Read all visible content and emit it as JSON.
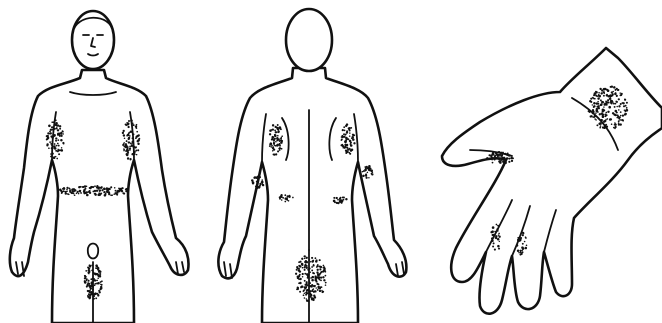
{
  "figure": {
    "panels": [
      {
        "id": "front",
        "depiction": "human-body-front-view"
      },
      {
        "id": "back",
        "depiction": "human-body-back-view"
      },
      {
        "id": "hand",
        "depiction": "hand-palm-and-wrist"
      }
    ],
    "markings": {
      "kind": "dense-dot-rash-clusters",
      "color": "#111111",
      "front": [
        "left-armpit",
        "right-armpit",
        "waistline",
        "groin"
      ],
      "back": [
        "left-armpit",
        "right-armpit",
        "left-elbow",
        "right-elbow",
        "left-flank",
        "right-flank",
        "buttocks-cleft"
      ],
      "hand": [
        "wrist",
        "between-thumb-and-index",
        "between-fingers"
      ]
    },
    "line_color": "#111111",
    "background": "#ffffff"
  }
}
